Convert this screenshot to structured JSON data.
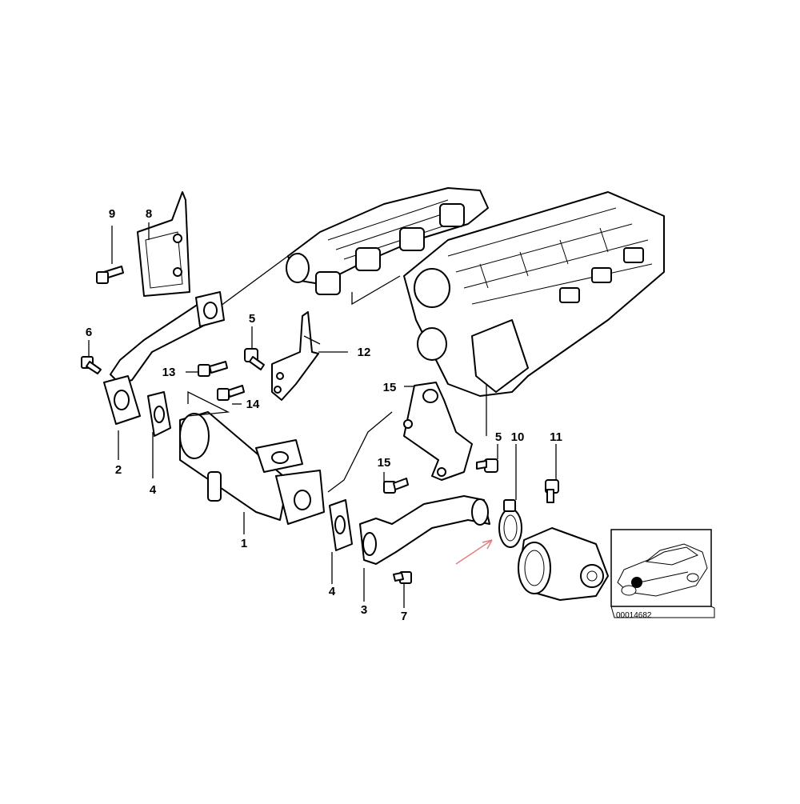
{
  "diagram": {
    "reference_number": "00014682",
    "callouts": [
      {
        "id": "c1",
        "label": "1"
      },
      {
        "id": "c2",
        "label": "2"
      },
      {
        "id": "c3",
        "label": "3"
      },
      {
        "id": "c4a",
        "label": "4"
      },
      {
        "id": "c4b",
        "label": "4"
      },
      {
        "id": "c5a",
        "label": "5"
      },
      {
        "id": "c5b",
        "label": "5"
      },
      {
        "id": "c6",
        "label": "6"
      },
      {
        "id": "c7",
        "label": "7"
      },
      {
        "id": "c8",
        "label": "8"
      },
      {
        "id": "c9",
        "label": "9"
      },
      {
        "id": "c10",
        "label": "10"
      },
      {
        "id": "c11",
        "label": "11"
      },
      {
        "id": "c12",
        "label": "12"
      },
      {
        "id": "c13",
        "label": "13"
      },
      {
        "id": "c14",
        "label": "14"
      },
      {
        "id": "c15a",
        "label": "15"
      },
      {
        "id": "c15b",
        "label": "15"
      }
    ],
    "colors": {
      "line": "#000000",
      "background": "#ffffff",
      "highlight_arrow": "#e08080",
      "car_fill": "#bbbbbb"
    }
  }
}
